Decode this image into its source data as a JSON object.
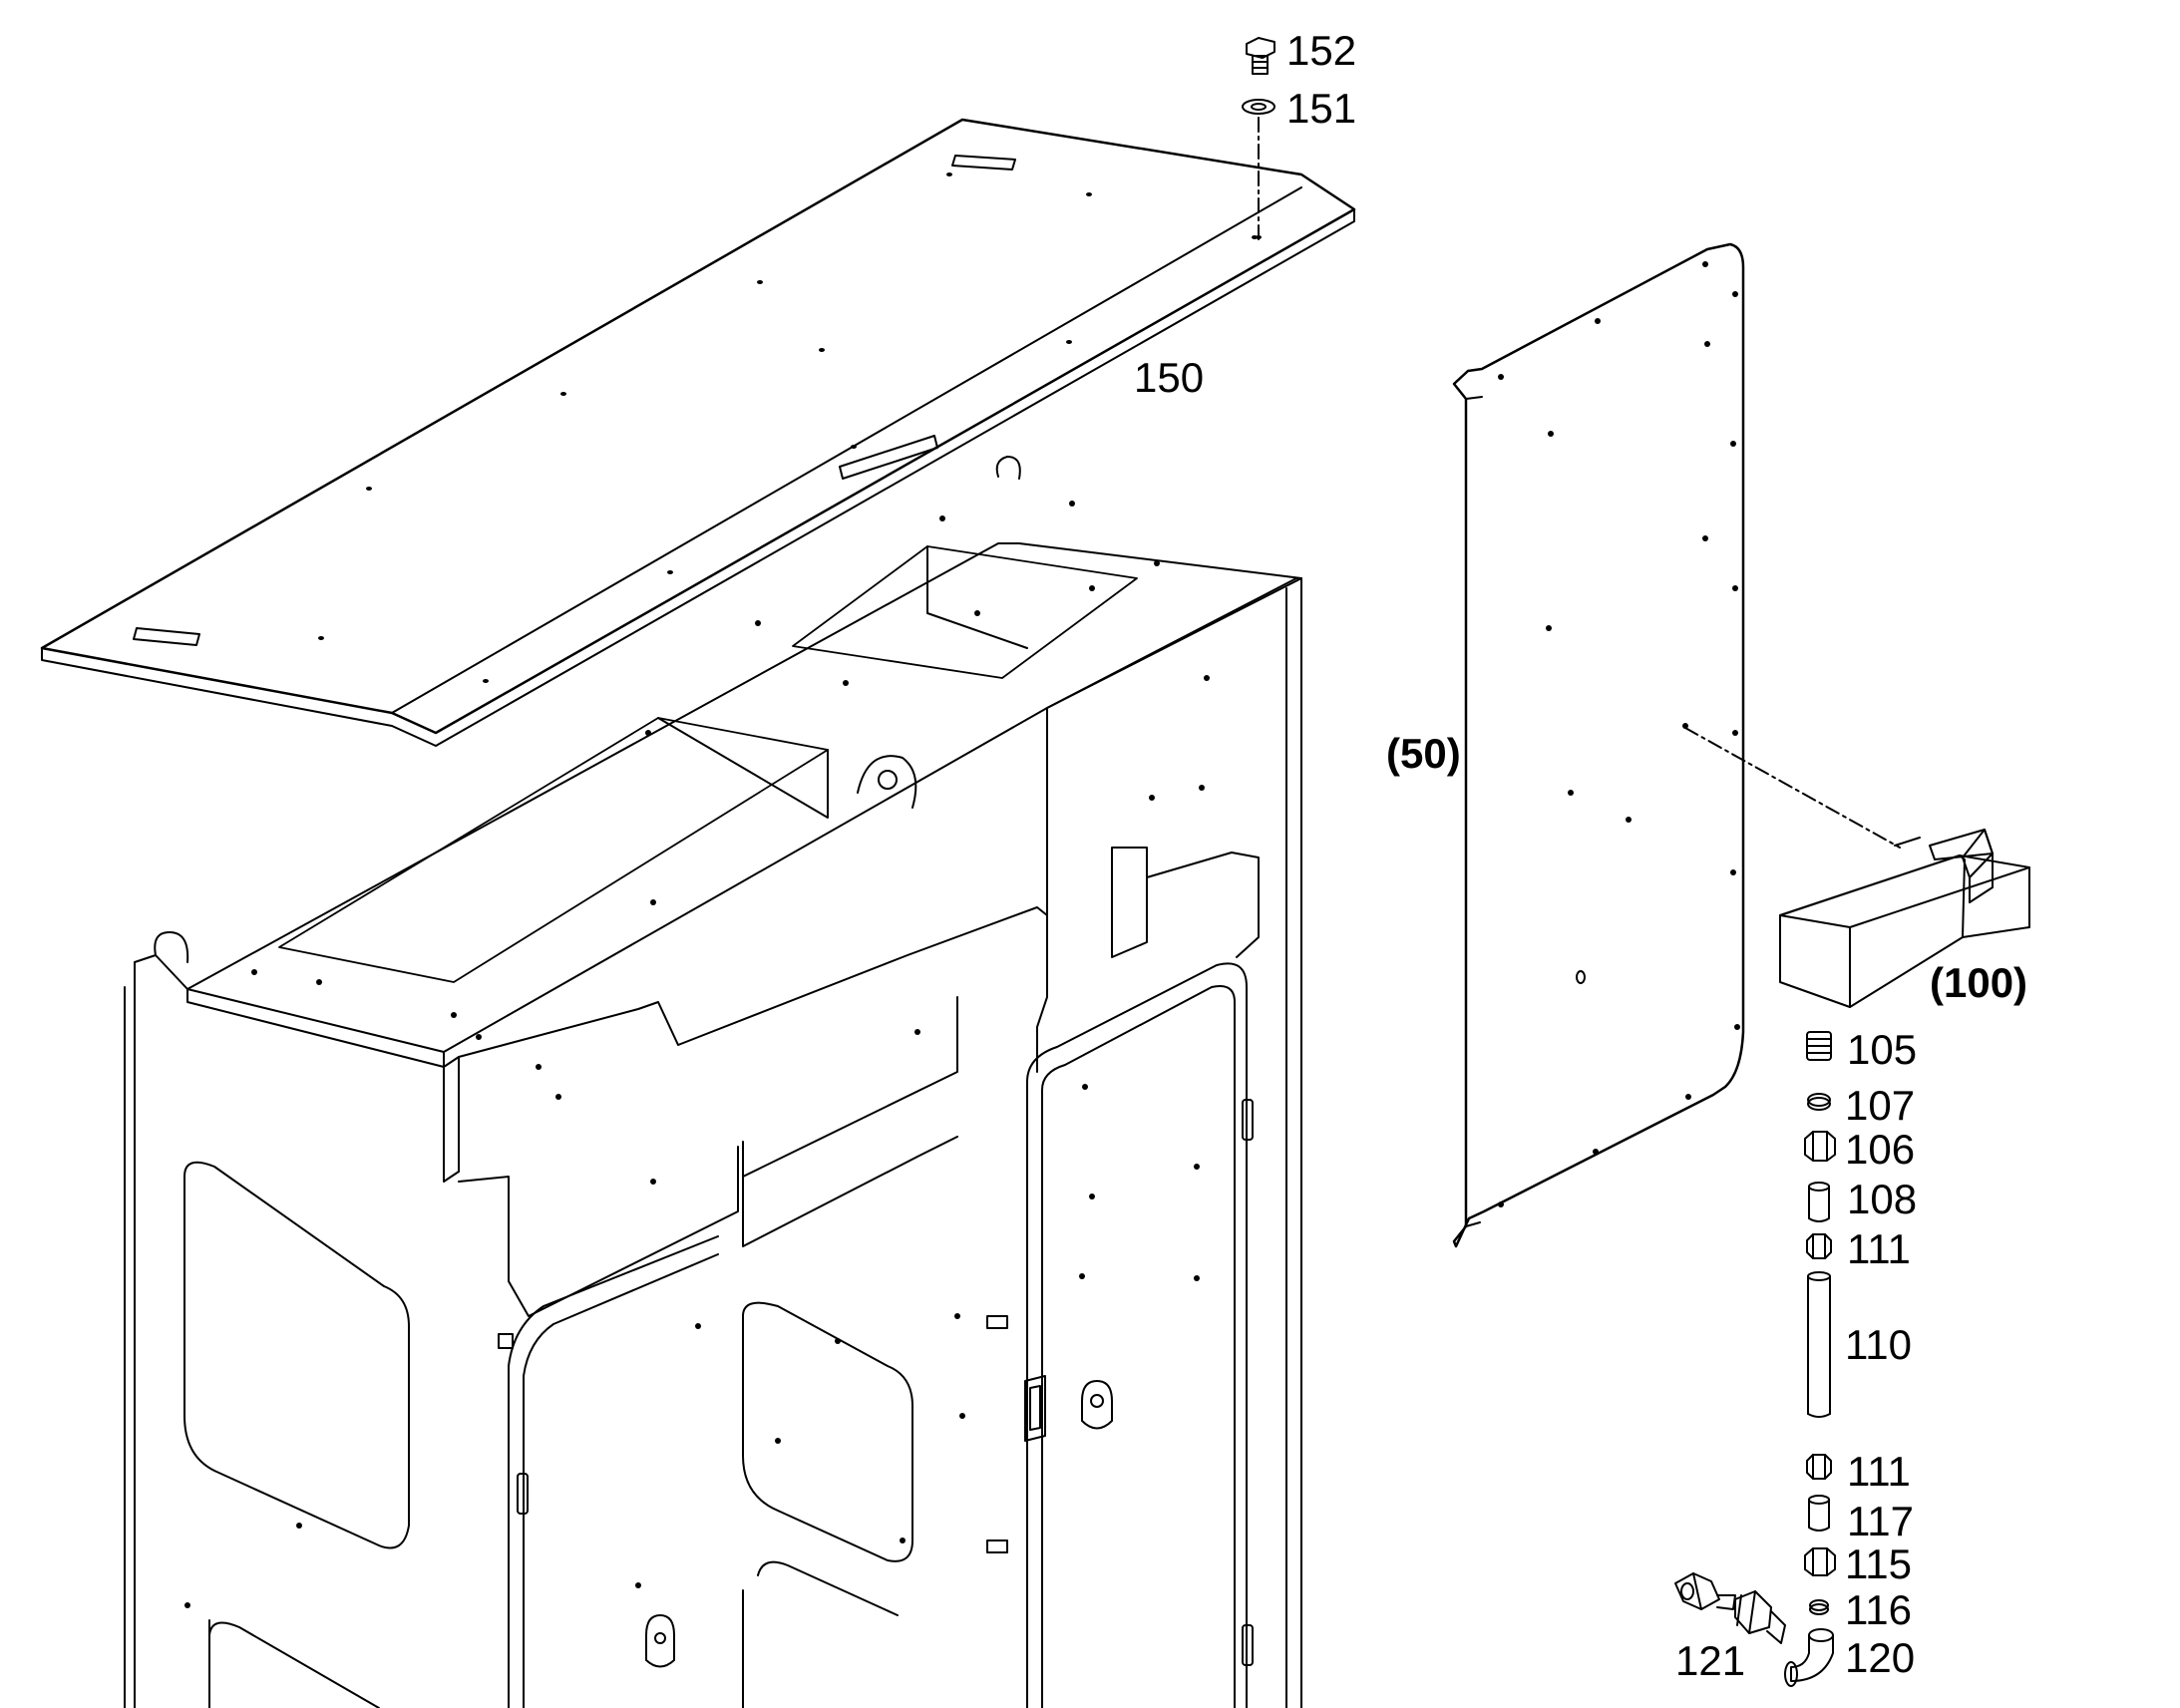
{
  "callouts": {
    "c152": "152",
    "c151": "151",
    "c150": "150",
    "c50": "(50)",
    "c100": "(100)",
    "c105": "105",
    "c107": "107",
    "c106": "106",
    "c108": "108",
    "c111a": "111",
    "c110": "110",
    "c111b": "111",
    "c117": "117",
    "c115": "115",
    "c116": "116",
    "c121": "121",
    "c120": "120"
  },
  "colors": {
    "line": "#000000",
    "background": "#ffffff"
  }
}
